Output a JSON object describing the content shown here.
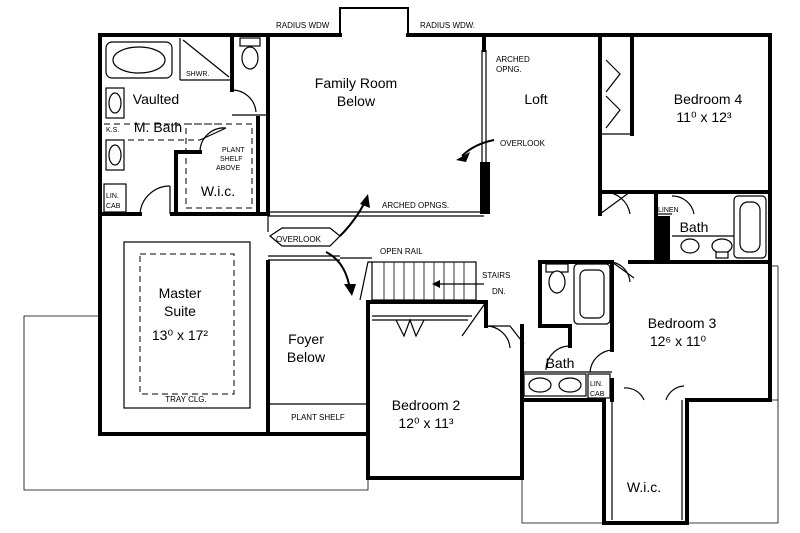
{
  "labels": {
    "radius_wdw_left": "RADIUS WDW",
    "radius_wdw_right": "RADIUS WDW.",
    "family_room_1": "Family Room",
    "family_room_2": "Below",
    "arched_opng_1": "ARCHED",
    "arched_opng_2": "OPNG.",
    "loft": "Loft",
    "overlook_1": "OVERLOOK",
    "bedroom4_name": "Bedroom 4",
    "bedroom4_size": "11⁰ x 12³",
    "shwr": "SHWR.",
    "vaulted_1": "Vaulted",
    "vaulted_2": "M. Bath",
    "ks": "K.S.",
    "plant_shelf_1": "PLANT",
    "plant_shelf_2": "SHELF",
    "plant_shelf_3": "ABOVE",
    "wic_1": "W.i.c.",
    "lin_cab_top_1": "LIN.",
    "lin_cab_top_2": "CAB",
    "arched_opngs": "ARCHED OPNGS.",
    "linen": "LINEN",
    "bath_upper": "Bath",
    "overlook_2": "OVERLOOK",
    "open_rail": "OPEN RAIL",
    "stairs": "STAIRS",
    "dn": "DN.",
    "master_1": "Master",
    "master_2": "Suite",
    "master_size": "13⁰ x 17²",
    "tray_clg": "TRAY CLG.",
    "foyer_1": "Foyer",
    "foyer_2": "Below",
    "plant_shelf_bottom": "PLANT SHELF",
    "bedroom2_name": "Bedroom 2",
    "bedroom2_size": "12⁰ x 11³",
    "bedroom3_name": "Bedroom 3",
    "bedroom3_size": "12⁶ x 11⁰",
    "bath_lower": "Bath",
    "lin_cab_bot_1": "LIN.",
    "lin_cab_bot_2": "CAB",
    "wic_2": "W.i.c."
  }
}
